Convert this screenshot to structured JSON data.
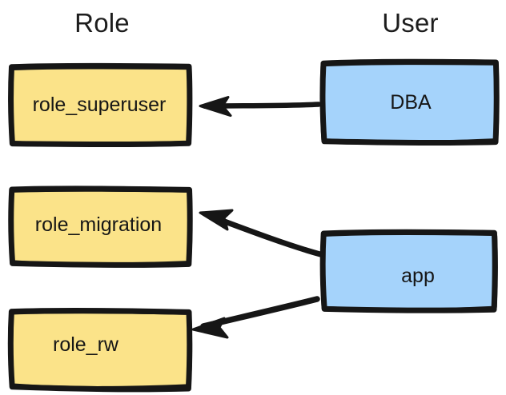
{
  "diagram": {
    "title_columns": {
      "role": "Role",
      "user": "User"
    },
    "colors": {
      "role_fill": "#FBE389",
      "user_fill": "#A5D3FB",
      "stroke": "#161616",
      "text": "#161616",
      "background": "#FFFFFF"
    },
    "nodes": [
      {
        "id": "role_superuser",
        "label": "role_superuser",
        "column": "Role",
        "fill": "#FBE389"
      },
      {
        "id": "role_migration",
        "label": "role_migration",
        "column": "Role",
        "fill": "#FBE389"
      },
      {
        "id": "role_rw",
        "label": "role_rw",
        "column": "Role",
        "fill": "#FBE389"
      },
      {
        "id": "dba",
        "label": "DBA",
        "column": "User",
        "fill": "#A5D3FB"
      },
      {
        "id": "app",
        "label": "app",
        "column": "User",
        "fill": "#A5D3FB"
      }
    ],
    "edges": [
      {
        "id": "dba-to-role-superuser",
        "from": "dba",
        "to": "role_superuser",
        "direction": "right-to-left"
      },
      {
        "id": "app-to-role-migration",
        "from": "app",
        "to": "role_migration",
        "direction": "right-to-left"
      },
      {
        "id": "app-to-role-rw",
        "from": "app",
        "to": "role_rw",
        "direction": "right-to-left"
      }
    ]
  }
}
